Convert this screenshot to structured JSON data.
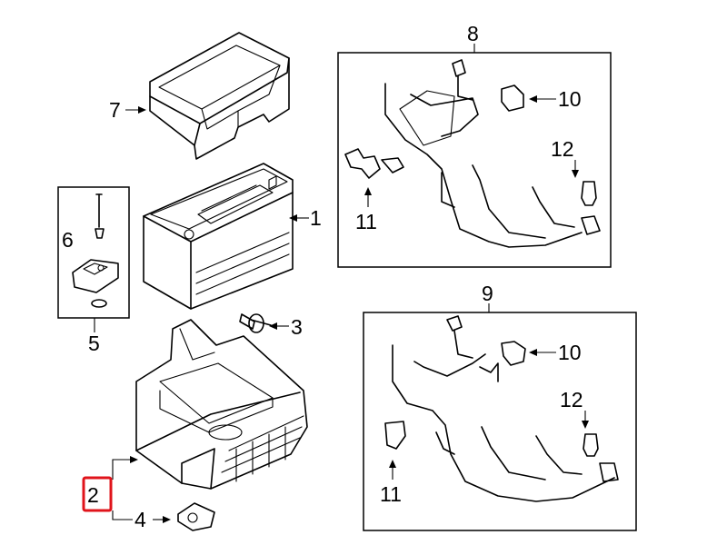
{
  "callouts": {
    "c1": "1",
    "c2": "2",
    "c3": "3",
    "c4": "4",
    "c5": "5",
    "c6": "6",
    "c7": "7",
    "c8": "8",
    "c9": "9",
    "c10a": "10",
    "c10b": "10",
    "c11a": "11",
    "c11b": "11",
    "c12a": "12",
    "c12b": "12"
  },
  "highlight": {
    "callout": "2",
    "color": "#e0141b"
  }
}
